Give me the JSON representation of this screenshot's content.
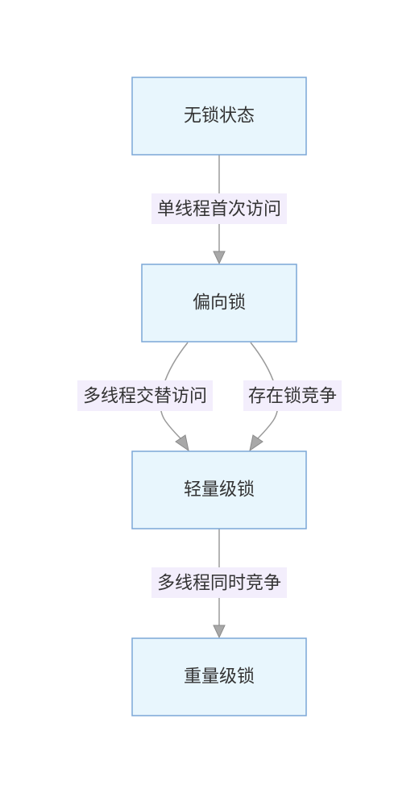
{
  "nodes": {
    "lock_free": {
      "label": "无锁状态"
    },
    "biased": {
      "label": "偏向锁"
    },
    "lightweight": {
      "label": "轻量级锁"
    },
    "heavyweight": {
      "label": "重量级锁"
    }
  },
  "edges": {
    "free_to_biased": {
      "label": "单线程首次访问"
    },
    "biased_to_light_alternate": {
      "label": "多线程交替访问"
    },
    "biased_to_light_contention": {
      "label": "存在锁竞争"
    },
    "light_to_heavy": {
      "label": "多线程同时竞争"
    }
  },
  "colors": {
    "node_fill": "#e8f6fd",
    "node_stroke": "#7ba7d7",
    "edge": "#9a9a9a",
    "label_bg": "#f3eefc",
    "text": "#333333"
  }
}
